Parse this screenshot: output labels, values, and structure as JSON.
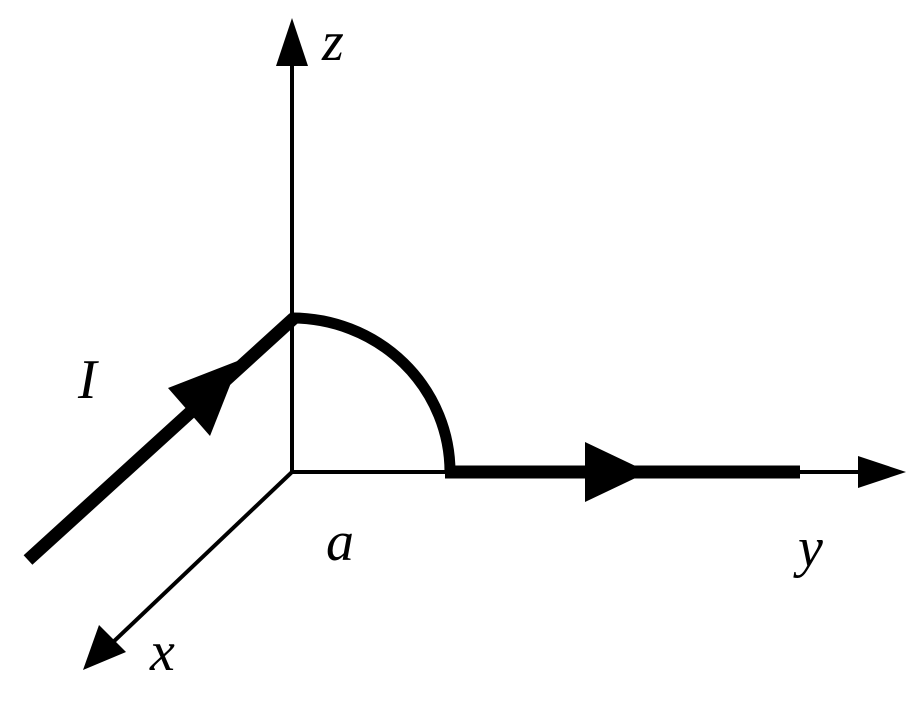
{
  "labels": {
    "z_axis": "z",
    "y_axis": "y",
    "x_axis": "x",
    "radius": "a",
    "current": "I"
  },
  "colors": {
    "ink": "#000000",
    "background": "#ffffff"
  }
}
